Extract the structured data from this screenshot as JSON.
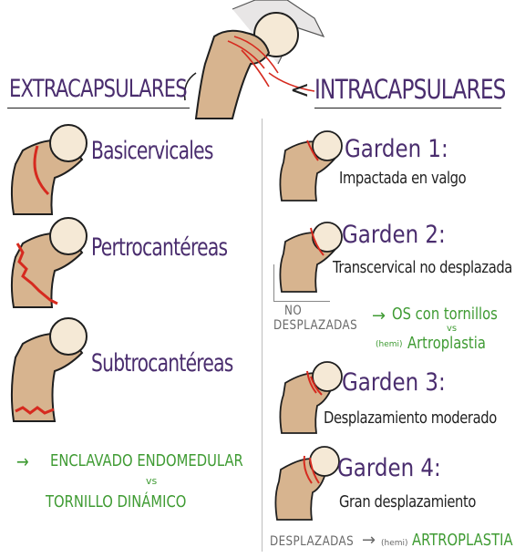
{
  "headers": {
    "extracapsulares": "EXTRACAPSULARES",
    "intracapsulares": "INTRACAPSULARES"
  },
  "extracapsular": [
    {
      "name": "Basicervicales"
    },
    {
      "name": "Pertrocantéreas"
    },
    {
      "name": "Subtrocantéreas"
    }
  ],
  "extracapsular_treatment": {
    "arrow": "→",
    "line1": "ENCLAVADO ENDOMEDULAR",
    "vs": "vs",
    "line2": "TORNILLO DINÁMICO"
  },
  "intracapsular": [
    {
      "title": "Garden 1:",
      "desc": "Impactada en valgo"
    },
    {
      "title": "Garden 2:",
      "desc": "Transcervical no desplazada"
    },
    {
      "title": "Garden 3:",
      "desc": "Desplazamiento moderado"
    },
    {
      "title": "Garden 4:",
      "desc": "Gran desplazamiento"
    }
  ],
  "no_desplazadas": {
    "label_top": "NO",
    "label_bottom": "DESPLAZADAS",
    "arrow": "→",
    "treatment1": "OS con tornillos",
    "vs": "vs",
    "hemi": "(hemi)",
    "treatment2": "Artroplastia"
  },
  "desplazadas": {
    "label": "DESPLAZADAS",
    "arrow": "→",
    "hemi": "(hemi)",
    "treatment": "ARTROPLASTIA"
  },
  "colors": {
    "bone": "#d7b48f",
    "fracture": "#d62a1f",
    "outline": "#1f1f1f",
    "purple": "#4a2d6e",
    "green": "#3f9b33"
  }
}
